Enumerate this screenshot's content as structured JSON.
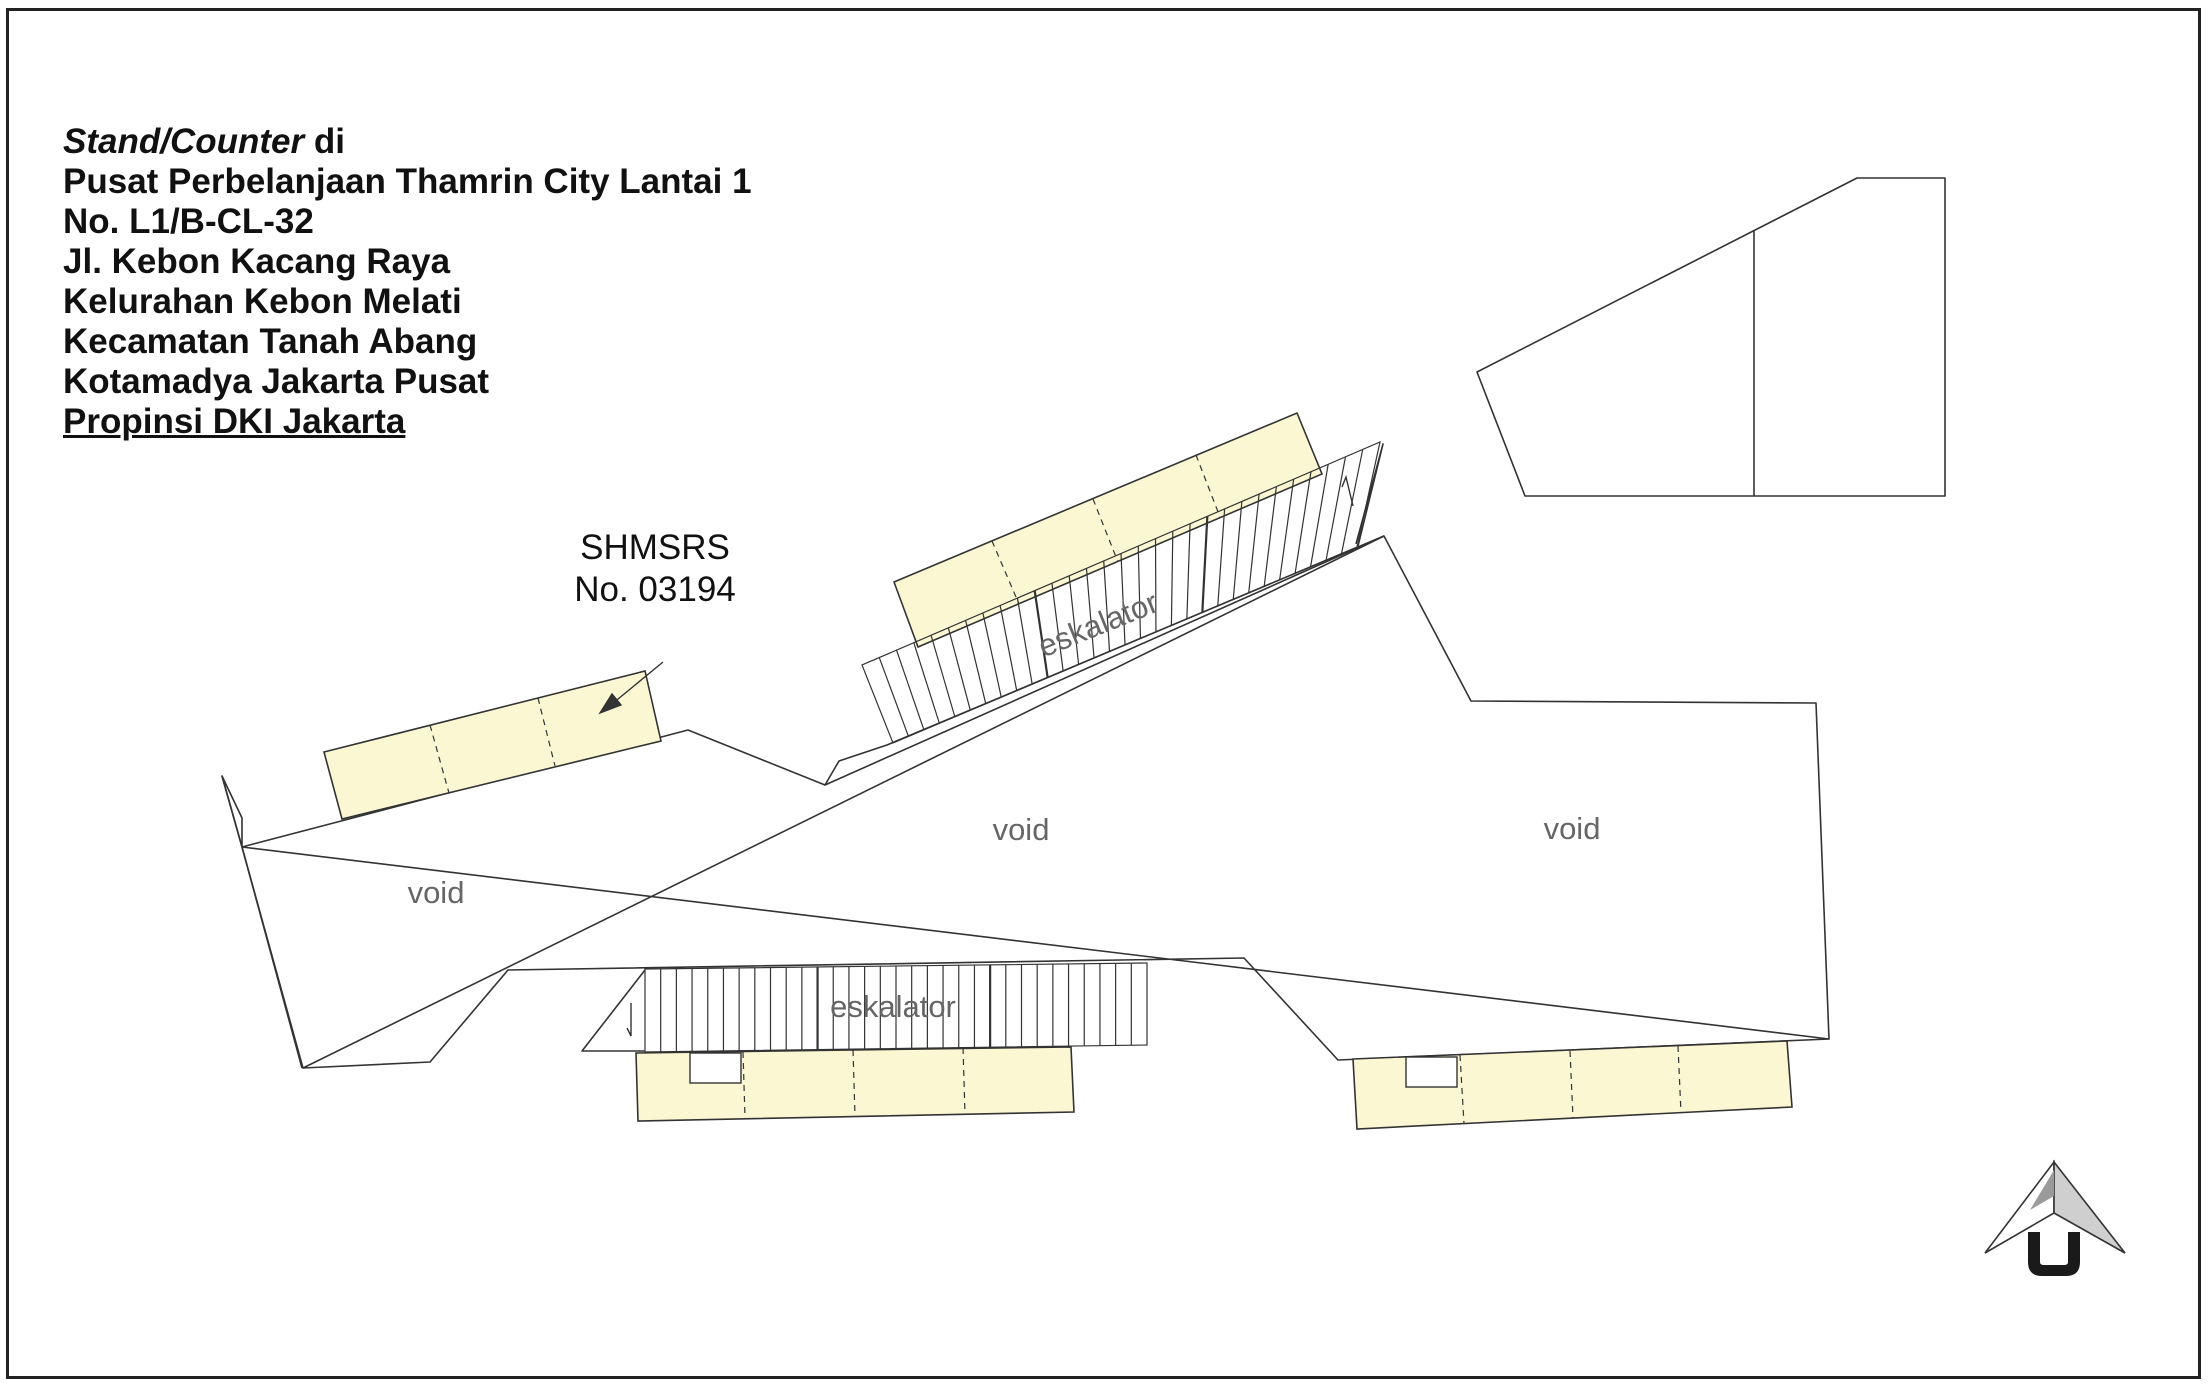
{
  "title": {
    "line1_italic": "Stand/Counter",
    "line1_rest": " di",
    "line2": "Pusat Perbelanjaan Thamrin City Lantai 1",
    "line3": "No. L1/B-CL-32",
    "line4": "Jl. Kebon Kacang Raya",
    "line5": "Kelurahan Kebon Melati",
    "line6": "Kecamatan Tanah Abang",
    "line7": "Kotamadya Jakarta Pusat",
    "line8": "Propinsi DKI Jakarta"
  },
  "plan": {
    "void_left": "void",
    "void_center": "void",
    "void_right": "void",
    "escalator_top": "eskalator",
    "escalator_bottom": "eskalator",
    "shmsrs_line1": "SHMSRS",
    "shmsrs_line2": "No. 03194"
  },
  "legend": {
    "north_icon": "north-arrow-icon"
  },
  "colors": {
    "counter_fill": "#fbf7d3",
    "line": "#333333",
    "void_text": "#666666"
  }
}
